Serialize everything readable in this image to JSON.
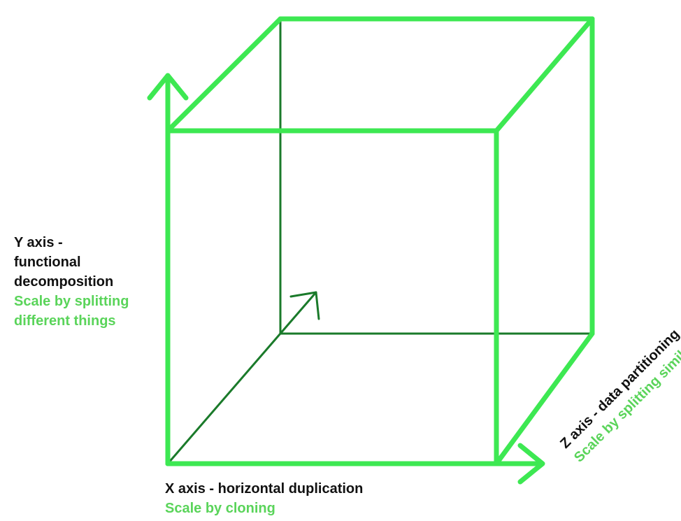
{
  "colors": {
    "cube_front": "#3de852",
    "cube_back": "#1a7a2a",
    "label_dark": "#111111",
    "label_green": "#5ad45a"
  },
  "y_axis": {
    "title_line1": "Y axis -",
    "title_line2": "functional",
    "title_line3": "decomposition",
    "desc_line1": "Scale by splitting",
    "desc_line2": "different things"
  },
  "x_axis": {
    "title": "X axis - horizontal duplication",
    "desc": "Scale by cloning"
  },
  "z_axis": {
    "title": "Z axis - data partitioning",
    "desc": "Scale by splitting similar thi"
  }
}
